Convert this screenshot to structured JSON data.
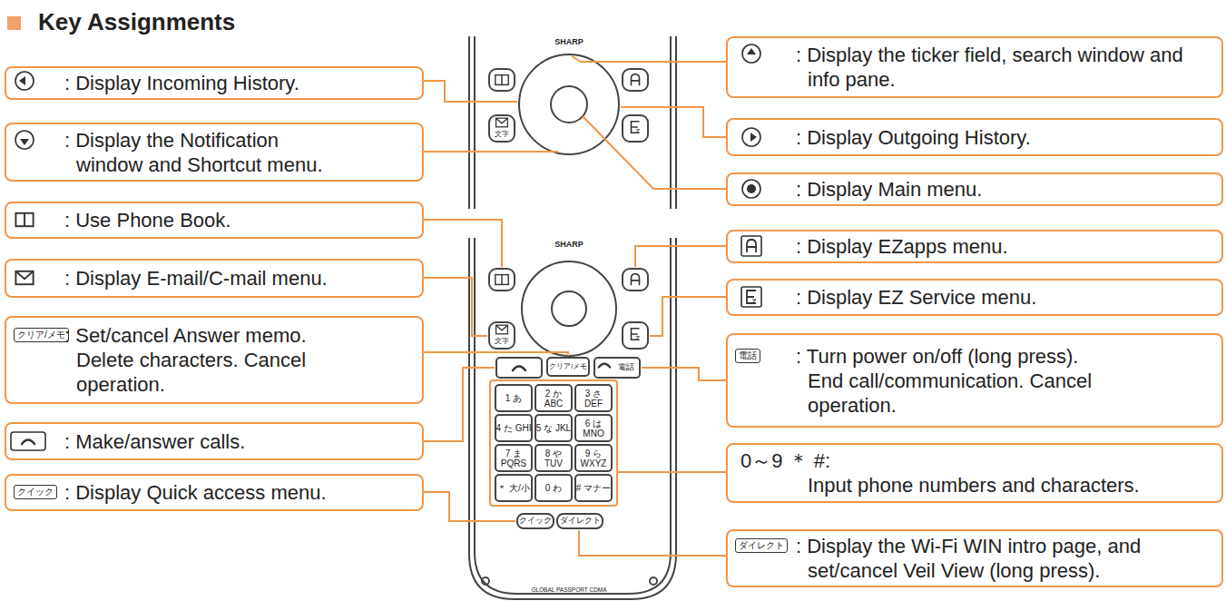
{
  "diagram": {
    "title": "Key Assignments",
    "nodes": [
      {
        "text": [
          ": Display the ticker field, search window and info pane."
        ]
      },
      {
        "text": [
          ": Display Incoming History."
        ]
      },
      {
        "text": [
          ": Display the Notification window and Shortcut menu."
        ]
      },
      {
        "text": [
          ": Display Outgoing History."
        ]
      },
      {
        "text": [
          ": Display Main menu."
        ]
      },
      {
        "text": [
          ": Use Phone Book."
        ]
      },
      {
        "text": [
          ": Display EZapps menu."
        ]
      },
      {
        "text": [
          ": Display E-mail/C-mail menu."
        ]
      },
      {
        "text": [
          ": Display EZ Service menu."
        ]
      },
      {
        "text": [
          "クリア/メモ",
          ": Set/cancel Answer memo. Delete characters. Cancel operation."
        ]
      },
      {
        "text": [
          "電話",
          ": Turn power on/off (long press). End call/communication. Cancel operation."
        ]
      },
      {
        "text": [
          ": Make/answer calls."
        ]
      },
      {
        "text": [
          "0～9 ＊ #:",
          "Input phone numbers and characters."
        ]
      },
      {
        "text": [
          "クイック",
          ": Display Quick access menu."
        ]
      },
      {
        "text": [
          "ダイレクト",
          ": Display the Wi-Fi WIN intro page, and set/cancel Veil View (long press)."
        ]
      }
    ],
    "labels": [
      "SHARP",
      "SHARP",
      "文字",
      "文字",
      "クリア/メモ",
      "電話",
      "1 あ",
      "2 か ABC",
      "3 さ DEF",
      "4 た GHI",
      "5 な JKL",
      "6 は MNO",
      "7 ま PQRS",
      "8 や TUV",
      "9 ら WXYZ",
      "＊ 大/小",
      "0 わ",
      "# マナー",
      "クイック",
      "ダイレクト",
      "GLOBAL PASSPORT CDMA"
    ]
  }
}
